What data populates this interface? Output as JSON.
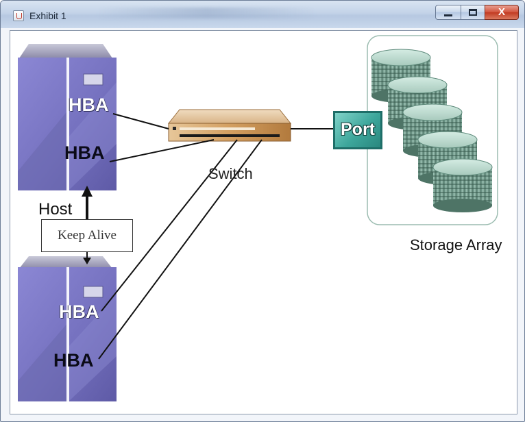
{
  "window": {
    "title": "Exhibit 1",
    "icon": "java-cup-icon"
  },
  "diagram": {
    "hosts": [
      {
        "hba_top": "HBA",
        "hba_bottom": "HBA"
      },
      {
        "hba_top": "HBA",
        "hba_bottom": "HBA"
      }
    ],
    "host_label": "Host",
    "keep_alive_label": "Keep Alive",
    "switch_label": "Switch",
    "port_label": "Port",
    "storage_label": "Storage Array"
  },
  "colors": {
    "server": "#7b77c2",
    "switch": "#d2a46a",
    "port": "#3da69b",
    "disk": "#7ea89a"
  }
}
